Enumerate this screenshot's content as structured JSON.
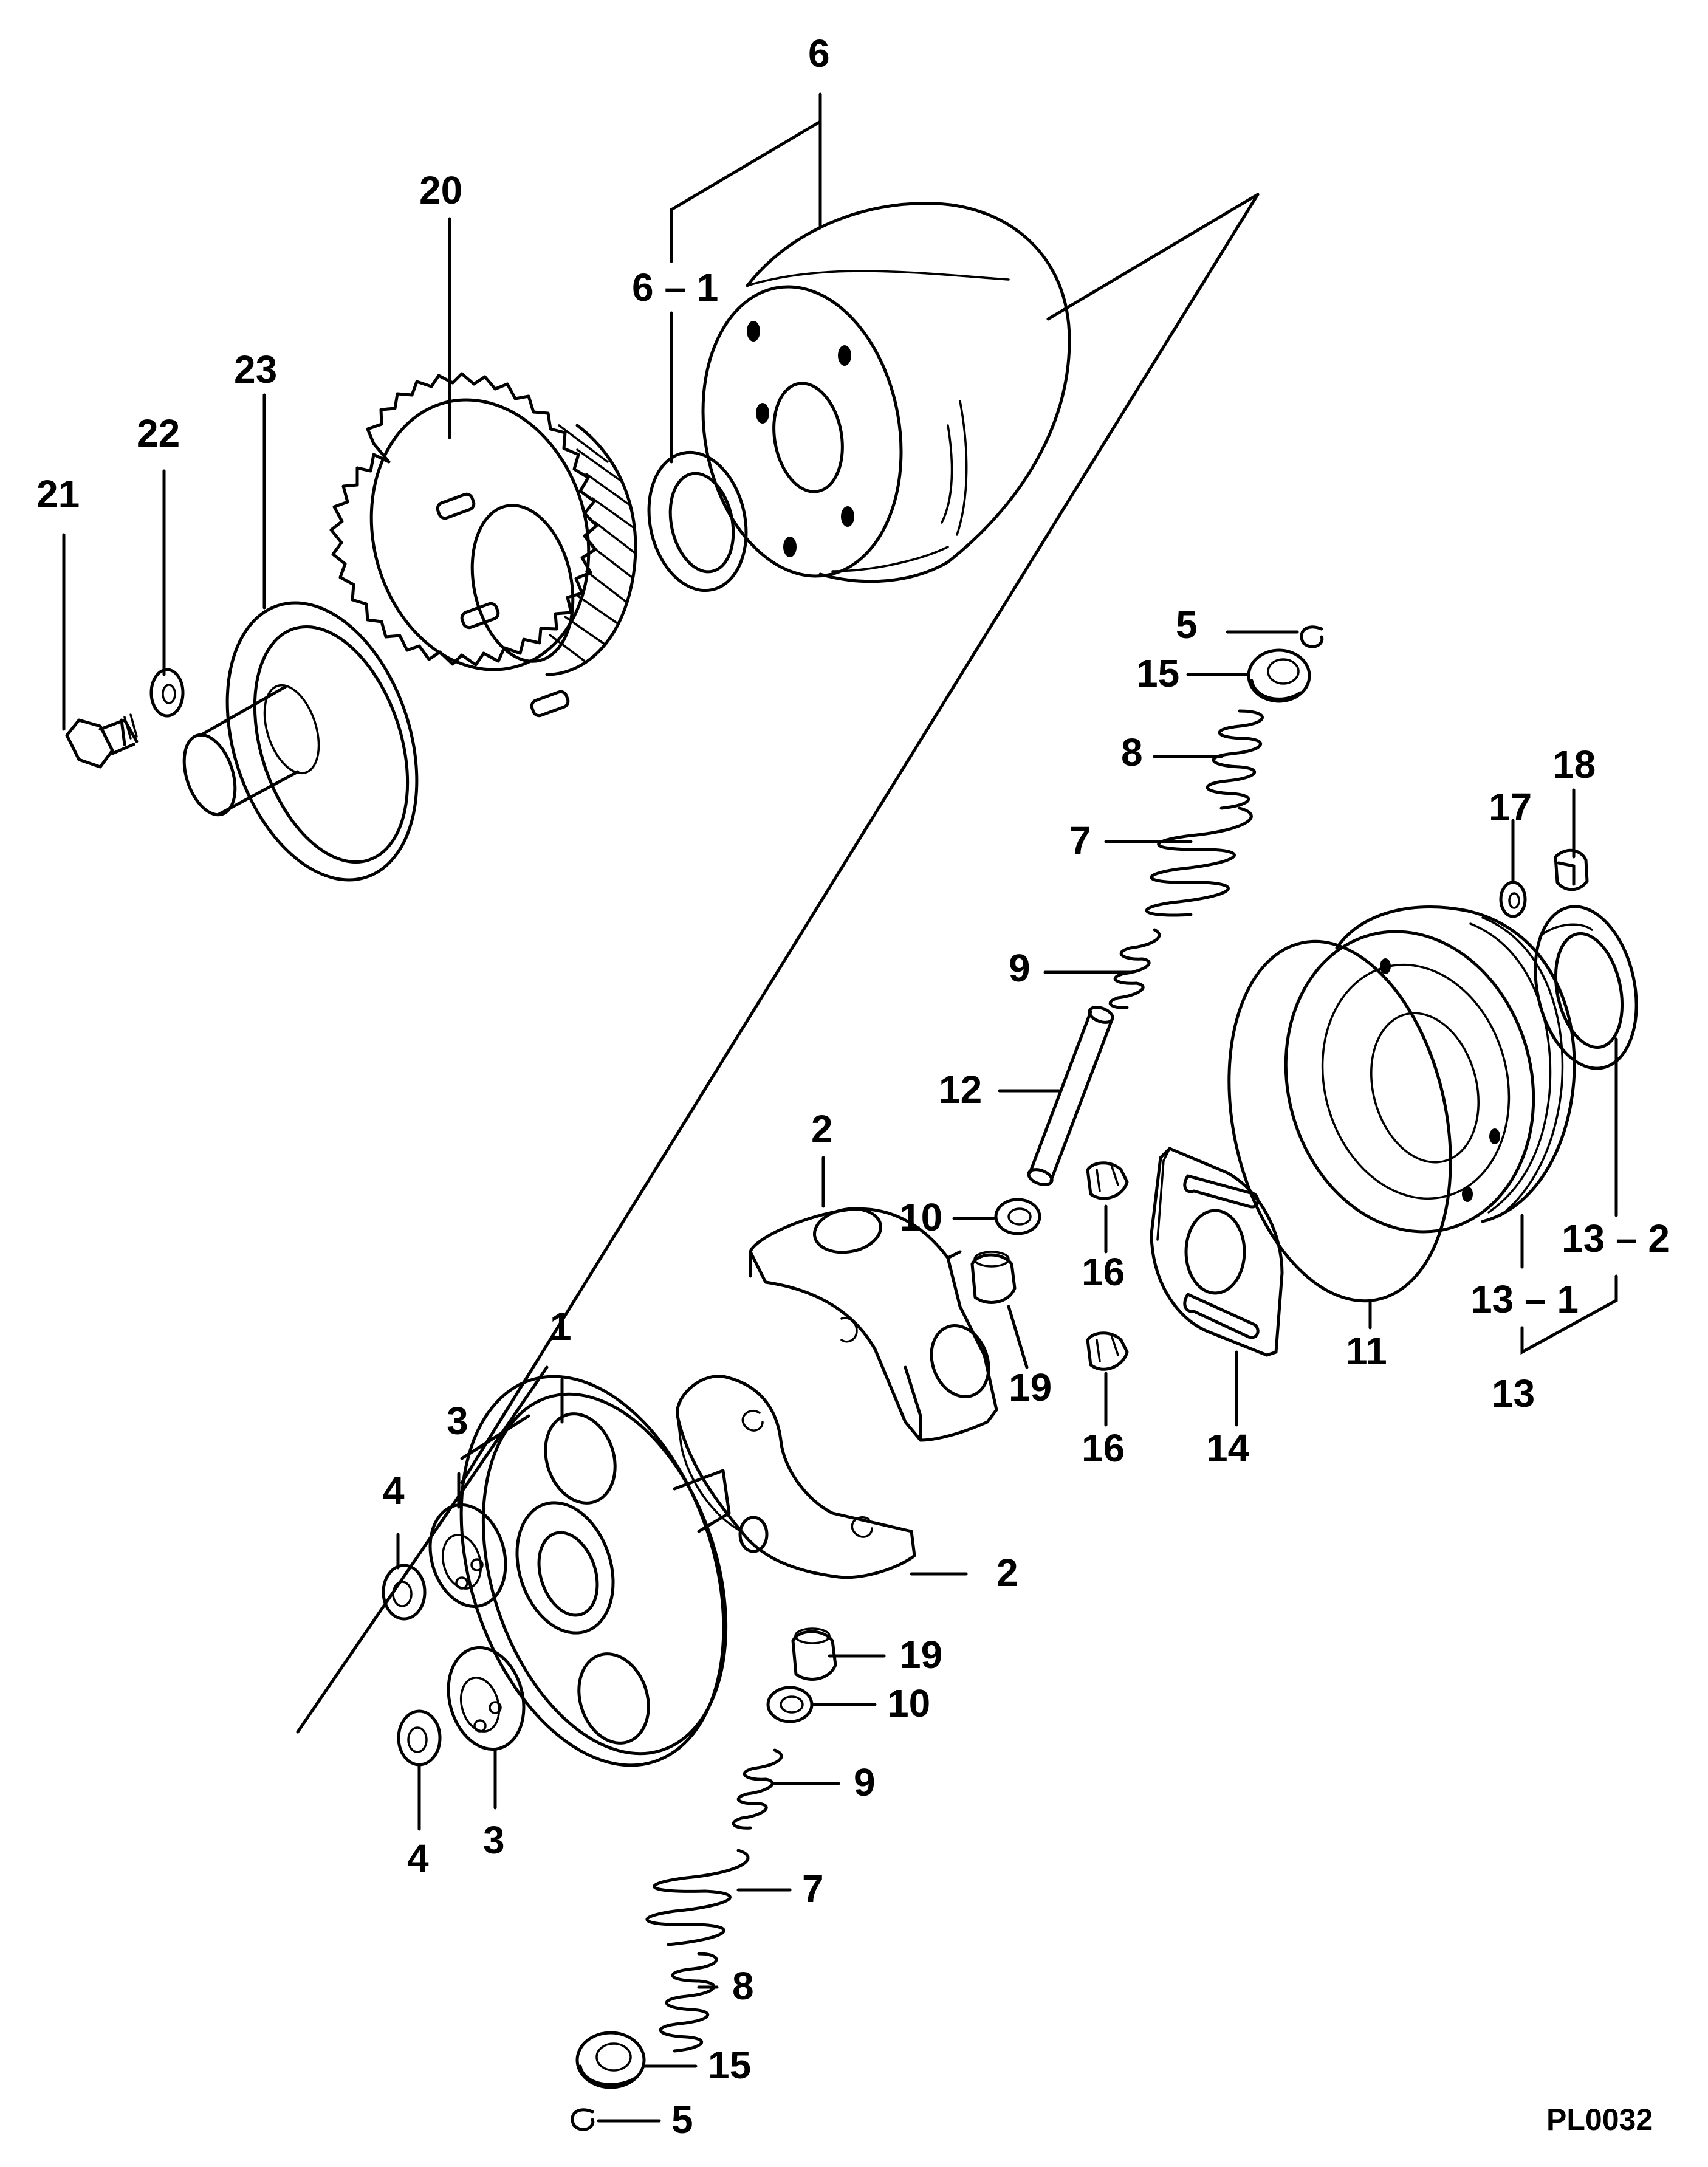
{
  "callouts": {
    "c6": "6",
    "c6_1": "6 – 1",
    "c20": "20",
    "c23": "23",
    "c22": "22",
    "c21": "21",
    "c5_top": "5",
    "c15_top": "15",
    "c8_top": "8",
    "c18": "18",
    "c17": "17",
    "c7_top": "7",
    "c9_top": "9",
    "c12": "12",
    "c2_top": "2",
    "c10_top": "10",
    "c16_a": "16",
    "c19_top": "19",
    "c16_b": "16",
    "c14": "14",
    "c11": "11",
    "c13_2": "13 – 2",
    "c13_1": "13 – 1",
    "c13": "13",
    "c1": "1",
    "c3_top": "3",
    "c4_top": "4",
    "c2_bot": "2",
    "c19_bot": "19",
    "c10_bot": "10",
    "c9_bot": "9",
    "c4_bot": "4",
    "c3_bot": "3",
    "c7_bot": "7",
    "c8_bot": "8",
    "c15_bot": "15",
    "c5_bot": "5"
  },
  "figure_code": "PL0032"
}
